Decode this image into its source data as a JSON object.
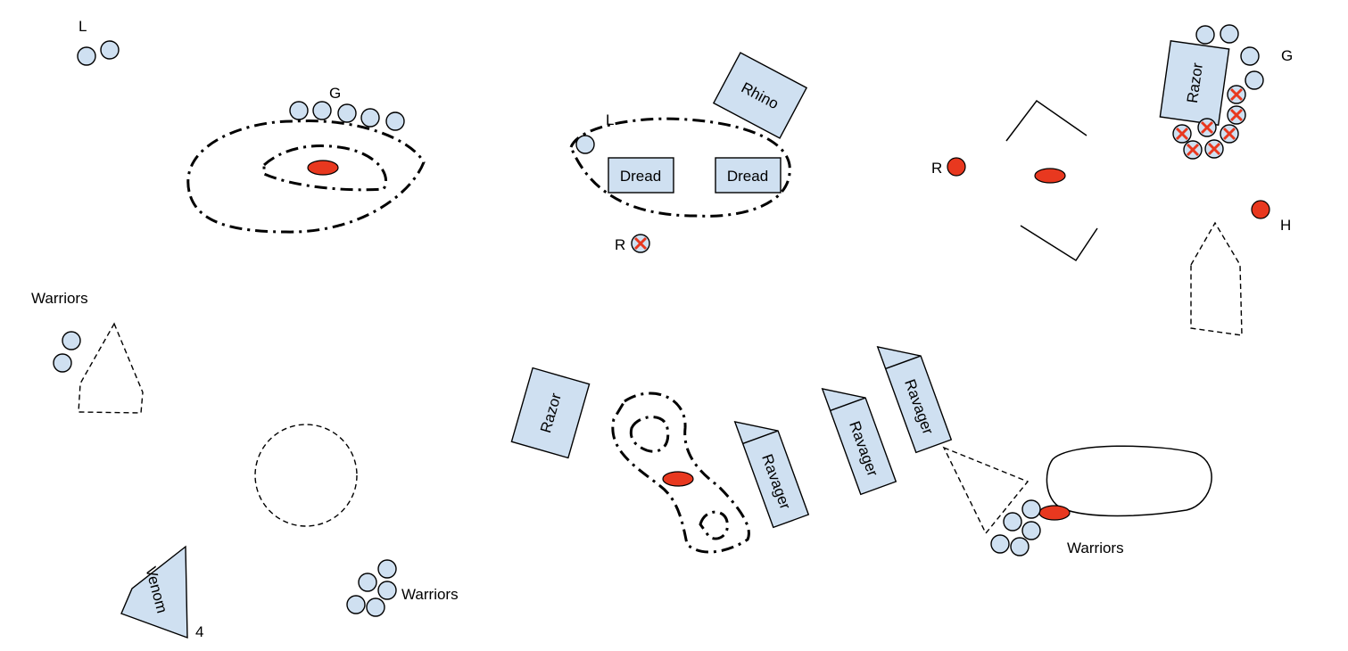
{
  "colors": {
    "unit_fill": "#cfe0f1",
    "objective_fill": "#e8381f",
    "stroke": "#000000",
    "background": "#ffffff"
  },
  "labels": {
    "l_top_left": "L",
    "g_hill": "G",
    "l_dread": "L",
    "rhino": "Rhino",
    "dread_left": "Dread",
    "dread_right": "Dread",
    "r_x_marker": "R",
    "r_center": "R",
    "razor_top": "Razor",
    "g_right": "G",
    "h_right": "H",
    "warriors_left": "Warriors",
    "razor_mid": "Razor",
    "ravager_1": "Ravager",
    "ravager_2": "Ravager",
    "ravager_3": "Ravager",
    "warriors_right": "Warriors",
    "venom": "Venom",
    "venom_count": "4",
    "warriors_bottom": "Warriors"
  }
}
